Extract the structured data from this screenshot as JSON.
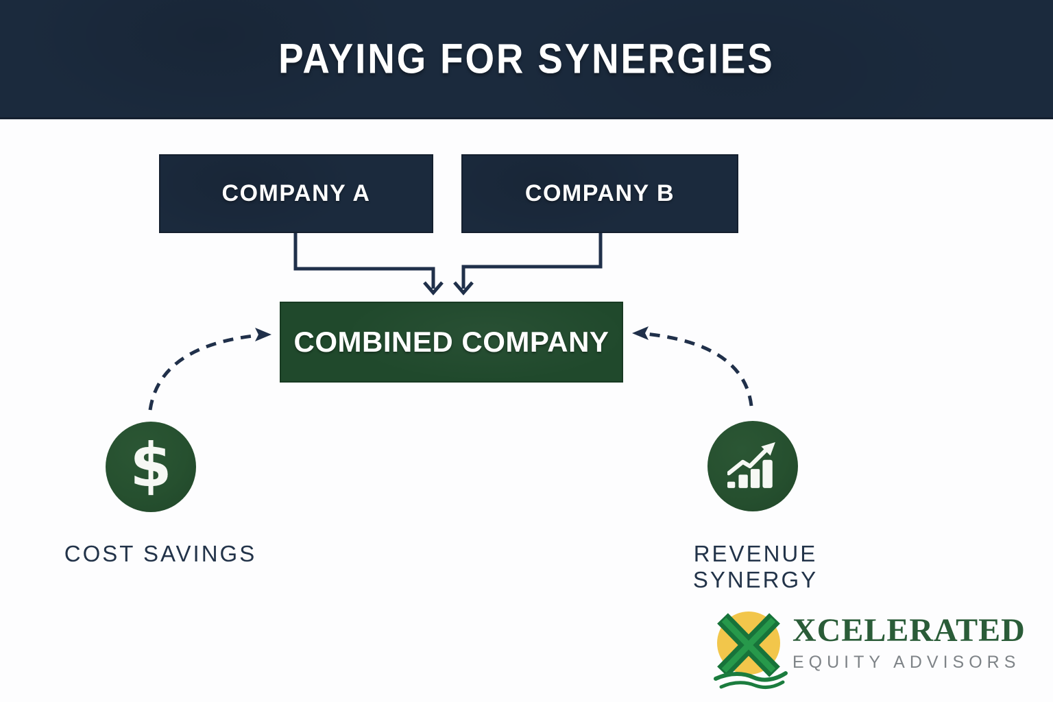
{
  "title": "PAYING FOR SYNERGIES",
  "diagram": {
    "company_a": "COMPANY A",
    "company_b": "COMPANY B",
    "combined": "COMBINED COMPANY",
    "cost_savings": "COST SAVINGS",
    "revenue_synergy": "REVENUE SYNERGY"
  },
  "icons": {
    "dollar_glyph": "$",
    "dollar": "dollar-sign-icon",
    "growth": "bar-chart-rising-arrow-icon",
    "logo_mark": "x-sun-waves-logo-icon"
  },
  "logo": {
    "name": "XCELERATED",
    "subtitle": "EQUITY ADVISORS"
  },
  "colors": {
    "navy": "#1b2a3d",
    "green_box": "#20492c",
    "green_circle": "#26502f",
    "connector": "#20304a",
    "label_text": "#223349",
    "logo_yellow": "#f2c64b",
    "logo_green": "#1b7c3e",
    "logo_name_green": "#2a5c38",
    "logo_sub_gray": "#7e8387",
    "background": "#fdfdfe"
  }
}
